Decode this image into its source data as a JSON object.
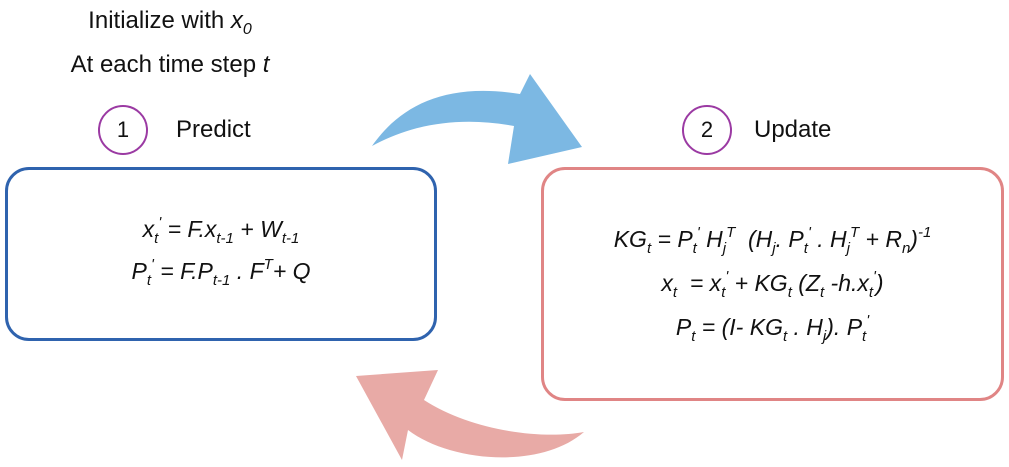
{
  "intro": {
    "line1": "Initialize with ",
    "line1_var": "x",
    "line1_sub": "0",
    "line2": "At each time step ",
    "line2_var": "t"
  },
  "steps": [
    {
      "number": "1",
      "label": "Predict"
    },
    {
      "number": "2",
      "label": "Update"
    }
  ],
  "predict_equations": {
    "eq1": {
      "lhs_var": "x",
      "lhs_sub": "t",
      "lhs_sup": "'",
      "eq_a": " = F.x",
      "sub_a": "t-1",
      "mid": " + W",
      "sub_b": "t-1"
    },
    "eq2": {
      "lhs_var": "P",
      "lhs_sub": "t",
      "lhs_sup": "'",
      "eq_a": " = F.P",
      "sub_a": "t-1",
      "mid": " . F",
      "sup_b": "T",
      "end": "+ Q"
    }
  },
  "update_equations": {
    "eq1": {
      "kg": "KG",
      "kg_sub": "t",
      "eq": " = P",
      "p_sub": "t",
      "p_sup": "'",
      "h": " H",
      "h_sub": "j",
      "h_sup": "T",
      "paren_open": "  (H",
      "paren_sub": "j",
      "dot_p": ". P",
      "p2_sub": "t",
      "p2_sup": "'",
      "dot_h": " . H",
      "h2_sub": "j",
      "h2_sup": "T",
      "plus_r": " + R",
      "r_sub": "n",
      "close": ")",
      "close_sup": "-1"
    },
    "eq2": {
      "x": "x",
      "x_sub": "t",
      "eq": "  = x",
      "x2_sub": "t",
      "x2_sup": "'",
      "plus": " + KG",
      "kg_sub": "t",
      "z": " (Z",
      "z_sub": "t",
      "hx": " -h.x",
      "hx_sub": "t",
      "hx_sup": "'",
      "close": ")"
    },
    "eq3": {
      "p": "P",
      "p_sub": "t",
      "eq": " = (I- KG",
      "kg_sub": "t",
      "dot_h": " . H",
      "h_sub": "j",
      "close": "). P",
      "p2_sub": "t",
      "p2_sup": "'"
    }
  },
  "colors": {
    "predict_border": "#2f63ae",
    "update_border": "#e08585",
    "step_circle": "#9b3aa3",
    "arrow_forward": "#7cb8e3",
    "arrow_back": "#e8aaa6"
  }
}
